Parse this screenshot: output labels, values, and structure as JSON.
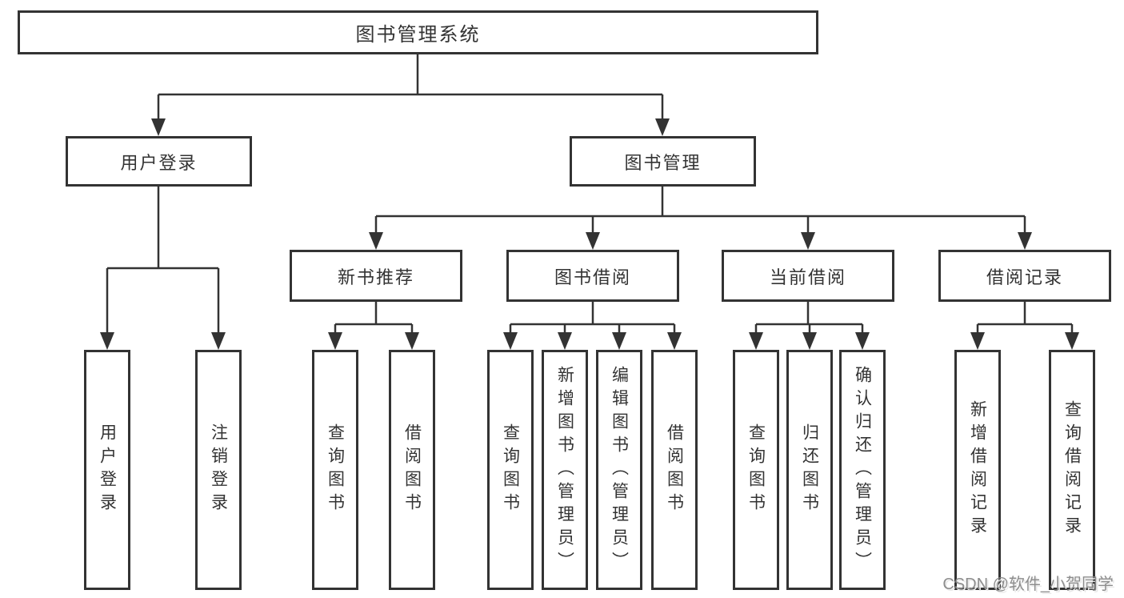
{
  "tree": {
    "label": "图书管理系统",
    "children": [
      {
        "label": "用户登录",
        "children": [
          {
            "label": "用户登录"
          },
          {
            "label": "注销登录"
          }
        ]
      },
      {
        "label": "图书管理",
        "children": [
          {
            "label": "新书推荐",
            "children": [
              {
                "label": "查询图书"
              },
              {
                "label": "借阅图书"
              }
            ]
          },
          {
            "label": "图书借阅",
            "children": [
              {
                "label": "查询图书"
              },
              {
                "label": "新增图书（管理员）"
              },
              {
                "label": "编辑图书（管理员）"
              },
              {
                "label": "借阅图书"
              }
            ]
          },
          {
            "label": "当前借阅",
            "children": [
              {
                "label": "查询图书"
              },
              {
                "label": "归还图书"
              },
              {
                "label": "确认归还（管理员）"
              }
            ]
          },
          {
            "label": "借阅记录",
            "children": [
              {
                "label": "新增借阅记录"
              },
              {
                "label": "查询借阅记录"
              }
            ]
          }
        ]
      }
    ]
  },
  "watermark": {
    "text": "CSDN @软件_小贺同学"
  },
  "colors": {
    "line": "#333333",
    "text": "#333333",
    "box_background": "#ffffff",
    "page_background": "#ffffff",
    "watermark": "#8d8d8d"
  }
}
